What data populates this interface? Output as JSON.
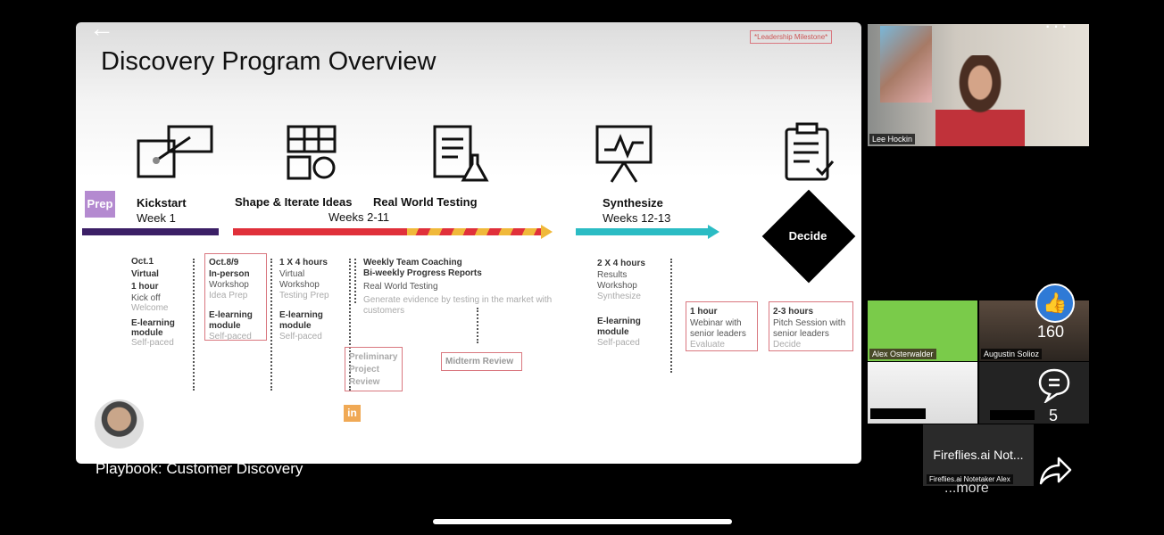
{
  "slide": {
    "title": "Discovery Program Overview",
    "milestone_note": "*Leadership Milestone*",
    "prep": "Prep",
    "stages": [
      {
        "name": "Kickstart",
        "weeks": "Week 1"
      },
      {
        "name": "Shape & Iterate Ideas",
        "weeks": "Weeks 2-11"
      },
      {
        "name": "Real World Testing"
      },
      {
        "name": "Synthesize",
        "weeks": "Weeks 12-13"
      },
      {
        "name": "Decide"
      }
    ],
    "col1": [
      "Oct.1",
      "Virtual",
      "1 hour",
      "Kick off",
      "Welcome",
      "E-learning",
      "module",
      "Self-paced"
    ],
    "col2": [
      "Oct.8/9",
      "In-person",
      "Workshop",
      "Idea Prep",
      "E-learning",
      "module",
      "Self-paced"
    ],
    "col3": [
      "1 X 4 hours",
      "Virtual",
      "Workshop",
      "Testing Prep",
      "E-learning",
      "module",
      "Self-paced"
    ],
    "col4": [
      "Weekly Team Coaching",
      "Bi-weekly Progress Reports",
      "Real World Testing",
      "Generate evidence by testing in the market with",
      "customers"
    ],
    "preliminary": [
      "Preliminary",
      "Project",
      "Review"
    ],
    "midterm": "Midterm Review",
    "col5": [
      "2 X 4 hours",
      "Results",
      "Workshop",
      "Synthesize",
      "E-learning",
      "module",
      "Self-paced"
    ],
    "webinar": [
      "1 hour",
      "Webinar with",
      "senior leaders",
      "Evaluate"
    ],
    "pitch": [
      "2-3 hours",
      "Pitch Session with",
      "senior leaders",
      "Decide"
    ],
    "linkedin": "in"
  },
  "caption": "Playbook: Customer Discovery",
  "participants": {
    "main": "Lee Hockin",
    "tiles": [
      "Alex Osterwalder",
      "Augustin Solioz"
    ],
    "fireflies_title": "Fireflies.ai Not...",
    "fireflies_name": "Fireflies.ai Notetaker Alex",
    "more": "...more"
  },
  "reactions": {
    "likes": "160",
    "comments": "5"
  }
}
